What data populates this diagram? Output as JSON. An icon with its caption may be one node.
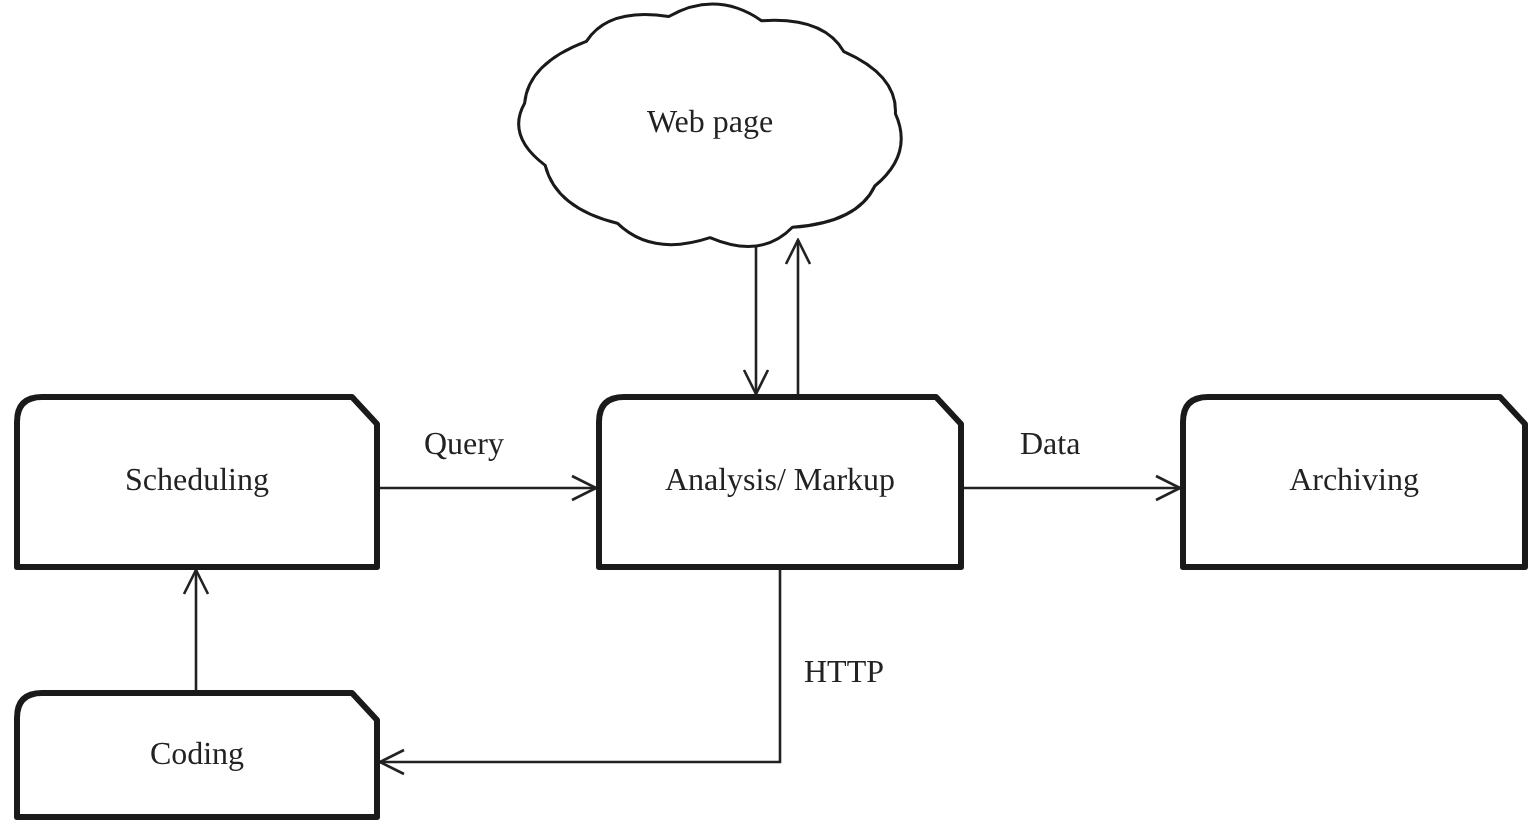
{
  "diagram": {
    "nodes": [
      {
        "text": [
          "Web page"
        ]
      },
      {
        "text": [
          "Scheduling"
        ]
      },
      {
        "text": [
          "Analysis/ Markup"
        ]
      },
      {
        "text": [
          "Archiving"
        ]
      },
      {
        "text": [
          "Coding"
        ]
      }
    ],
    "edges": [
      {
        "from": 0,
        "to": 2,
        "arrow": "to"
      },
      {
        "from": 2,
        "to": 0,
        "arrow": "to"
      },
      {
        "from": 1,
        "to": 2,
        "arrow": "to",
        "label": "Query"
      },
      {
        "from": 2,
        "to": 3,
        "arrow": "to",
        "label": "Data"
      },
      {
        "from": 2,
        "to": 4,
        "arrow": "to",
        "label": "HTTP"
      },
      {
        "from": 4,
        "to": 1,
        "arrow": "to"
      }
    ]
  }
}
